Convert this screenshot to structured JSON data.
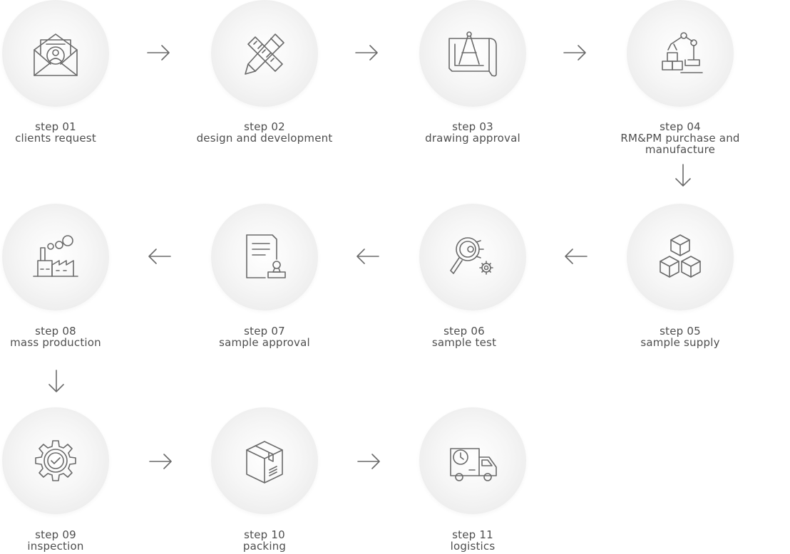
{
  "steps": [
    {
      "step": "step 01",
      "title": "clients request",
      "icon": "envelope-user-icon"
    },
    {
      "step": "step 02",
      "title": "design and development",
      "icon": "pencil-ruler-icon"
    },
    {
      "step": "step 03",
      "title": "drawing approval",
      "icon": "blueprint-compass-icon"
    },
    {
      "step": "step 04",
      "title": "RM&PM purchase and manufacture",
      "icon": "robotic-arm-icon"
    },
    {
      "step": "step 05",
      "title": "sample supply",
      "icon": "cubes-icon"
    },
    {
      "step": "step 06",
      "title": "sample test",
      "icon": "magnifier-gear-icon"
    },
    {
      "step": "step 07",
      "title": "sample approval",
      "icon": "document-stamp-icon"
    },
    {
      "step": "step 08",
      "title": "mass production",
      "icon": "factory-icon"
    },
    {
      "step": "step 09",
      "title": "inspection",
      "icon": "gear-check-icon"
    },
    {
      "step": "step 10",
      "title": "packing",
      "icon": "package-box-icon"
    },
    {
      "step": "step 11",
      "title": "logistics",
      "icon": "delivery-truck-icon"
    }
  ],
  "colors": {
    "icon_stroke": "#6a6a6a",
    "text": "#4e4e4e",
    "circle": "#ececec"
  }
}
